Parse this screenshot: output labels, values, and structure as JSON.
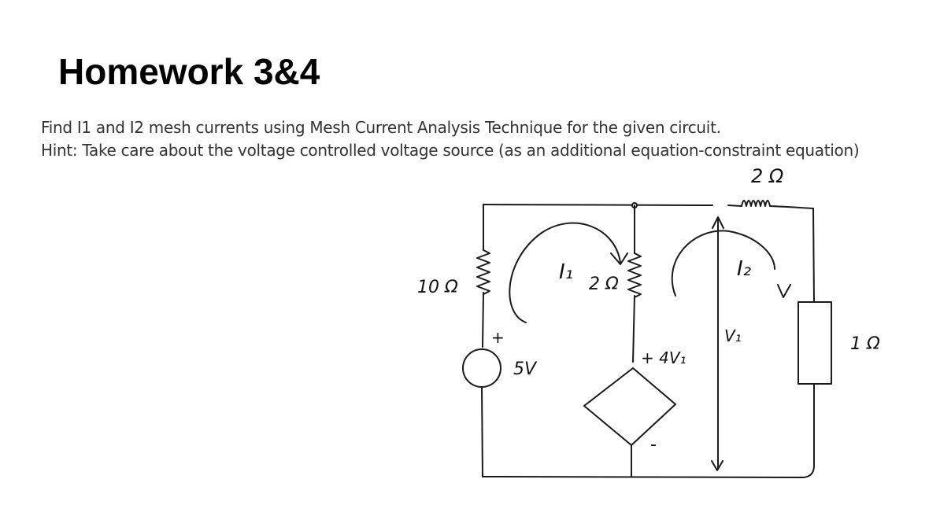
{
  "document": {
    "title": "Homework 3&4",
    "instruction_1": "Find I1 and I2 mesh currents using Mesh Current Analysis Technique for the given circuit.",
    "instruction_2": "Hint: Take care about the voltage controlled voltage source (as an additional equation-constraint equation)"
  },
  "circuit": {
    "labels": {
      "r_left": "10 Ω",
      "r_middle": "2 Ω",
      "r_top": "2 Ω",
      "r_right": "1 Ω",
      "source_voltage": "5V",
      "source_plus": "+",
      "dep_source_value": "+ 4V₁",
      "dep_source_minus": "-",
      "mesh_1": "I₁",
      "mesh_2": "I₂",
      "voltage_v1": "V₁"
    },
    "colors": {
      "stroke": "#1a1a1a",
      "paper": "#ffffff"
    }
  }
}
